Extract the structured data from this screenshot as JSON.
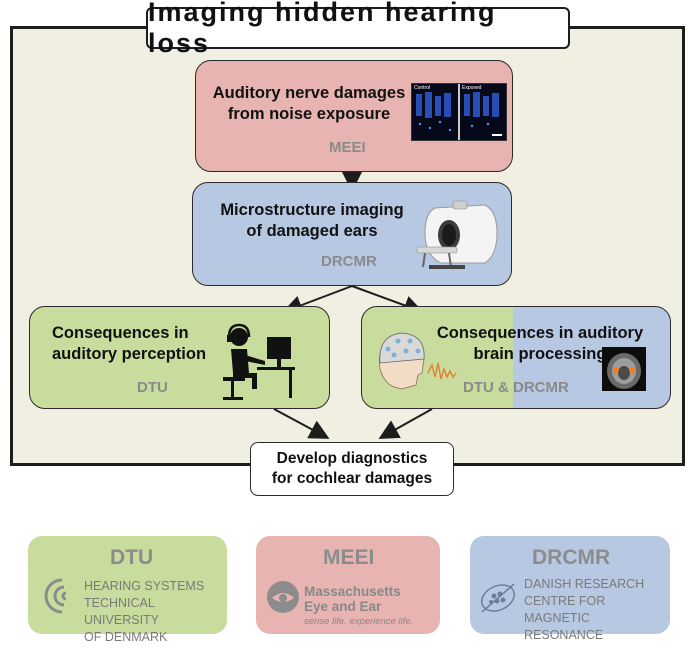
{
  "title": "Imaging hidden hearing loss",
  "boxes": {
    "meei": {
      "title_line1": "Auditory nerve damages",
      "title_line2": "from noise exposure",
      "org": "MEEI"
    },
    "drcmr": {
      "title_line1": "Microstructure imaging",
      "title_line2": "of damaged ears",
      "org": "DRCMR"
    },
    "dtu": {
      "title_line1": "Consequences in",
      "title_line2": "auditory perception",
      "org": "DTU"
    },
    "both": {
      "title_line1": "Consequences in auditory",
      "title_line2": "brain processing",
      "org": "DTU & DRCMR"
    },
    "develop": {
      "line1": "Develop diagnostics",
      "line2": "for cochlear damages"
    }
  },
  "micrograph": {
    "label_left": "Control",
    "label_right": "Exposed"
  },
  "logos": {
    "dtu": {
      "name": "DTU",
      "line1": "HEARING SYSTEMS",
      "line2": "TECHNICAL UNIVERSITY",
      "line3": "OF DENMARK"
    },
    "meei": {
      "name": "MEEI",
      "brand_line1": "Massachusetts",
      "brand_line2": "Eye and Ear",
      "tagline": "sense life. experience life."
    },
    "drcmr": {
      "name": "DRCMR",
      "line1": "DANISH RESEARCH",
      "line2": "CENTRE FOR",
      "line3": "MAGNETIC RESONANCE"
    }
  },
  "colors": {
    "green": "#c8dc9d",
    "pink": "#e8b4b2",
    "blue": "#b7c9e2",
    "frame_bg": "#f1eee2"
  }
}
